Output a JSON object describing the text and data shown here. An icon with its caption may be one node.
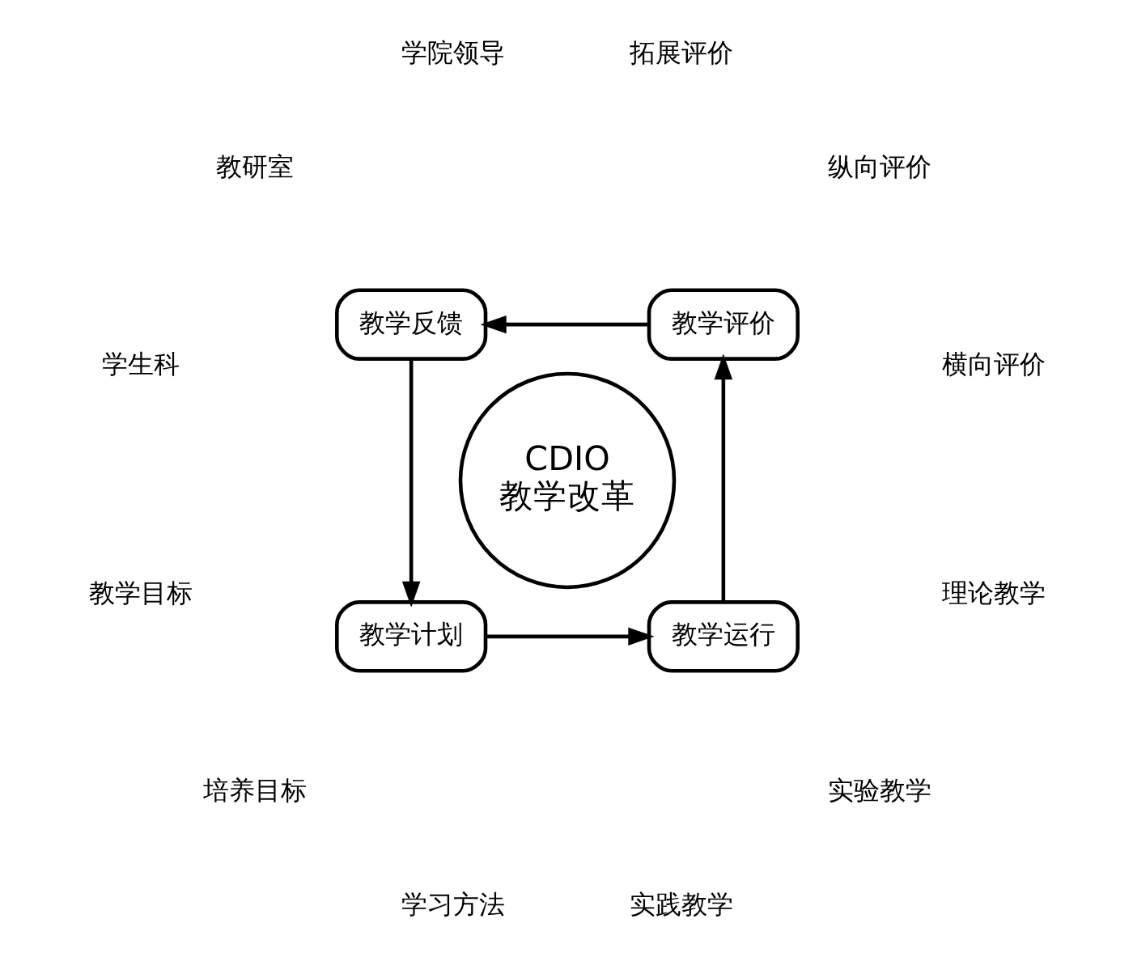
{
  "diagram": {
    "nodes": [
      {
        "text": [
          "CDIO",
          "教学改革"
        ]
      },
      {
        "text": [
          "教学评价"
        ]
      },
      {
        "text": [
          "教学反馈"
        ]
      },
      {
        "text": [
          "教学计划"
        ]
      },
      {
        "text": [
          "教学运行"
        ]
      }
    ],
    "edges": [
      {
        "from": 1,
        "to": 2,
        "arrow": "to"
      },
      {
        "from": 2,
        "to": 3,
        "arrow": "to"
      },
      {
        "from": 3,
        "to": 4,
        "arrow": "to"
      },
      {
        "from": 4,
        "to": 1,
        "arrow": "to"
      }
    ],
    "labels": [
      "横向评价",
      "纵向评价",
      "拓展评价",
      "学院领导",
      "教研室",
      "学生科",
      "教学目标",
      "培养目标",
      "学习方法",
      "实践教学",
      "实验教学",
      "理论教学"
    ]
  }
}
